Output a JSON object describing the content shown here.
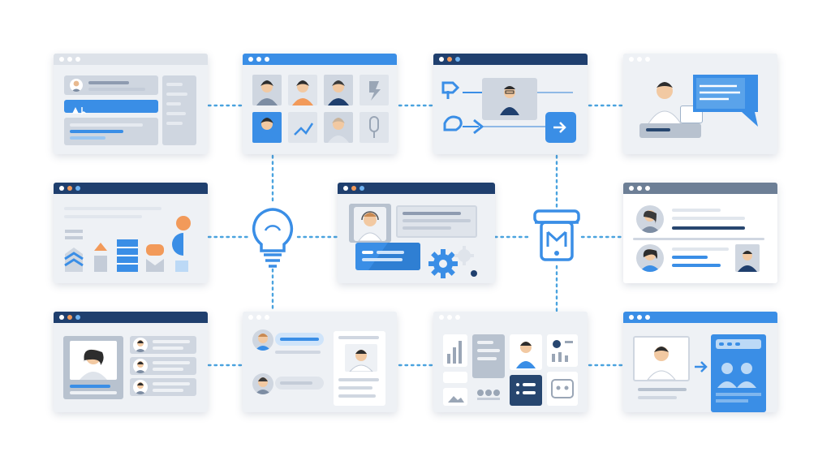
{
  "diagram": {
    "accent": "#3a8ee6",
    "navy": "#1f3f6e",
    "connector_color": "#4aa3df",
    "nodes": [
      {
        "id": "w1",
        "kind": "chat-list-window",
        "bar": "light"
      },
      {
        "id": "w2",
        "kind": "avatar-grid-window",
        "bar": "blue"
      },
      {
        "id": "w3",
        "kind": "flow-window",
        "bar": "navy"
      },
      {
        "id": "w4",
        "kind": "speech-bubble-window",
        "bar": "none"
      },
      {
        "id": "w5",
        "kind": "bar-chart-window",
        "bar": "navy"
      },
      {
        "id": "w6",
        "kind": "profile-card-window",
        "bar": "navy"
      },
      {
        "id": "w7",
        "kind": "contact-list-window",
        "bar": "slate"
      },
      {
        "id": "w8",
        "kind": "profile-list-window",
        "bar": "navy"
      },
      {
        "id": "w9",
        "kind": "chat-bubbles-window",
        "bar": "light"
      },
      {
        "id": "w10",
        "kind": "dashboard-window",
        "bar": "light"
      },
      {
        "id": "w11",
        "kind": "video-call-window",
        "bar": "blue"
      }
    ],
    "hub_icons": [
      {
        "id": "lightbulb",
        "icon": "lightbulb-icon"
      },
      {
        "id": "mobile",
        "icon": "mobile-device-icon"
      }
    ]
  }
}
